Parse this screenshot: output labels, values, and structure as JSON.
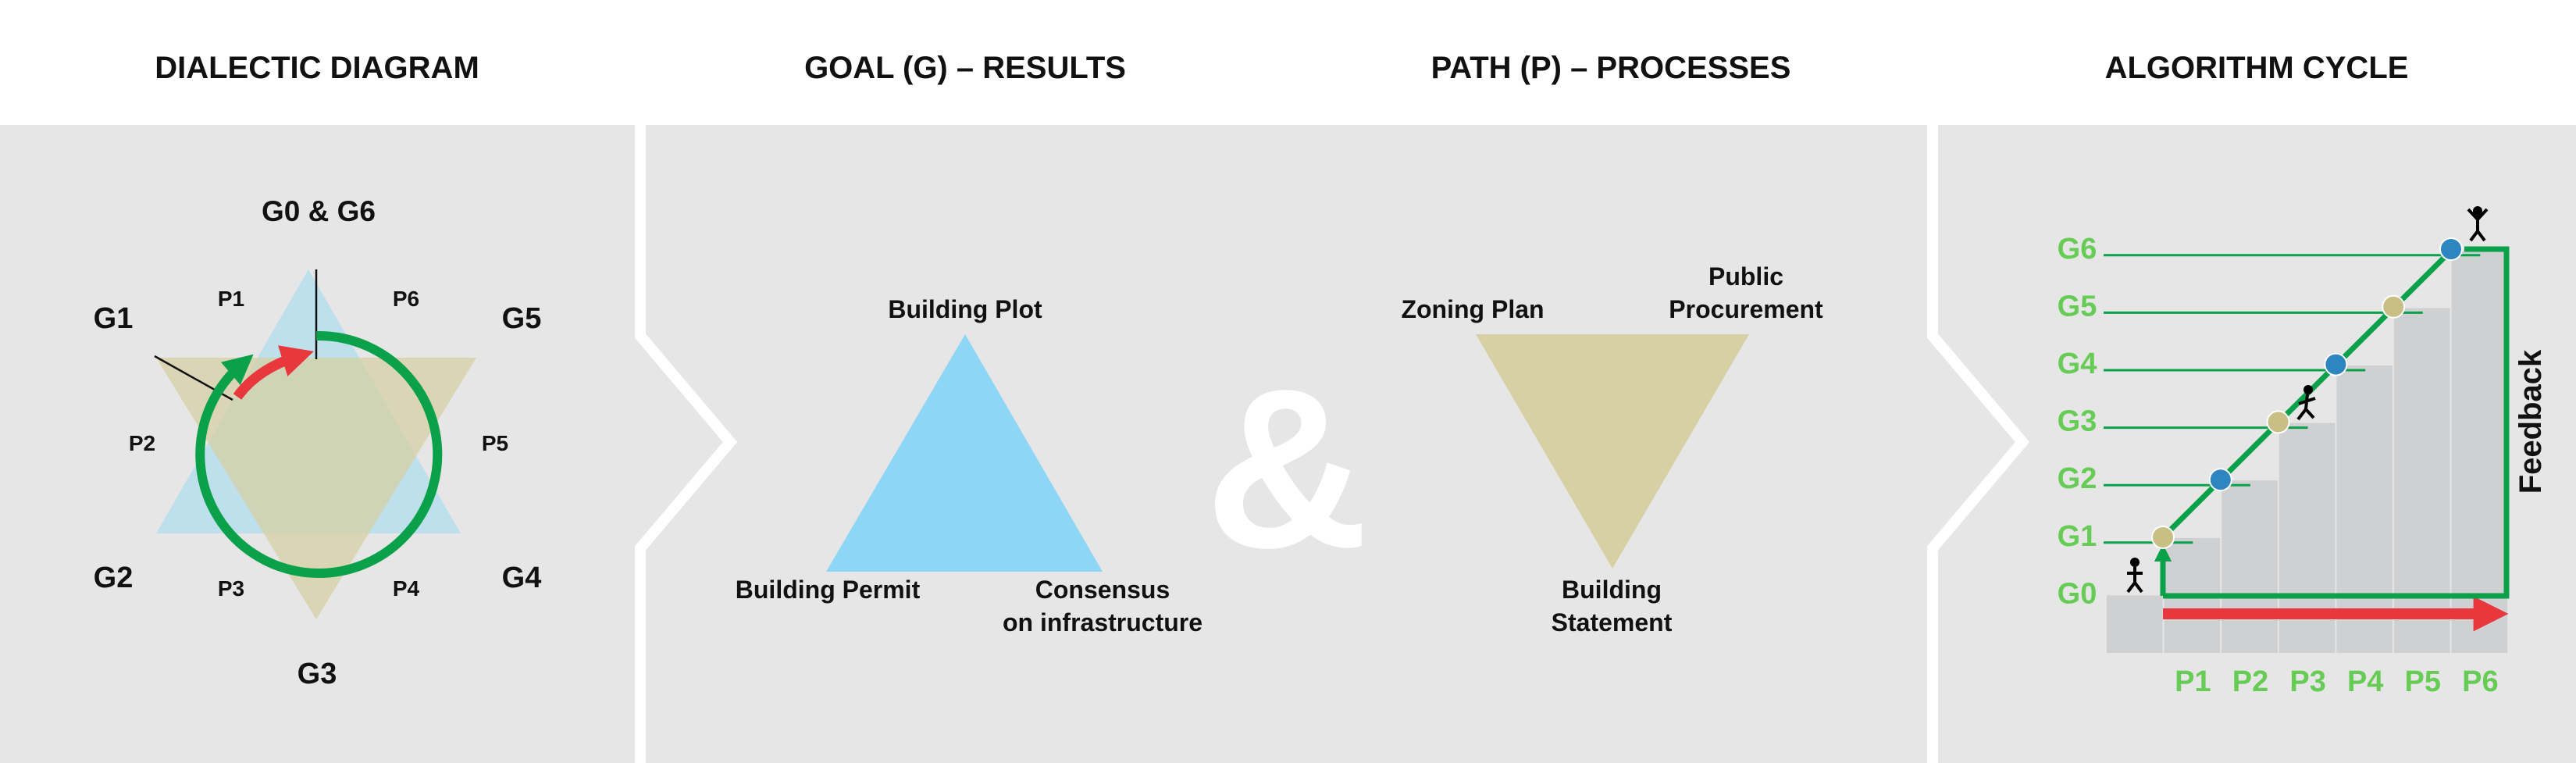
{
  "headers": {
    "dialectic": "DIALECTIC DIAGRAM",
    "goal": "GOAL (G) – RESULTS",
    "path": "PATH (P) – PROCESSES",
    "algorithm": "ALGORITHM CYCLE"
  },
  "dialectic": {
    "top": "G0 & G6",
    "g1": "G1",
    "g2": "G2",
    "g3": "G3",
    "g4": "G4",
    "g5": "G5",
    "p1": "P1",
    "p2": "P2",
    "p3": "P3",
    "p4": "P4",
    "p5": "P5",
    "p6": "P6"
  },
  "goal_triangle": {
    "top": "Building Plot",
    "left": "Building Permit",
    "right_line1": "Consensus",
    "right_line2": "on infrastructure"
  },
  "ampersand": "&",
  "path_triangle": {
    "left": "Zoning Plan",
    "right_line1": "Public",
    "right_line2": "Procurement",
    "bottom_line1": "Building",
    "bottom_line2": "Statement"
  },
  "algorithm": {
    "g_levels": [
      "G0",
      "G1",
      "G2",
      "G3",
      "G4",
      "G5",
      "G6"
    ],
    "p_steps": [
      "P1",
      "P2",
      "P3",
      "P4",
      "P5",
      "P6"
    ],
    "feedback": "Feedback"
  },
  "colors": {
    "panel_bg": "#e6e6e6",
    "blue_triangle": "#8ed6f5",
    "tan_triangle": "#d6d0a4",
    "green": "#0aa14a",
    "red": "#e8383d",
    "light_green_text": "#66cc55",
    "node_blue": "#2e86c1",
    "node_tan": "#c8bf84",
    "bar_grey": "#cfd0d2"
  }
}
